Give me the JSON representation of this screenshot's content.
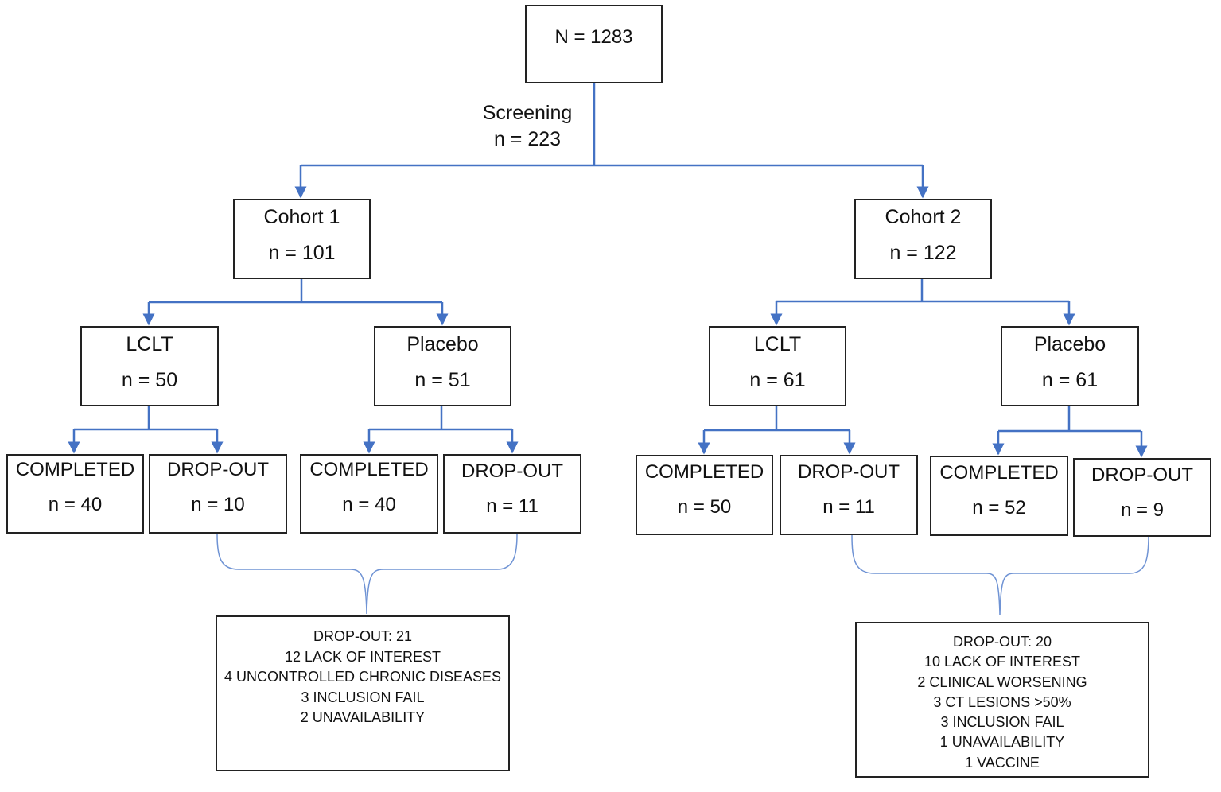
{
  "root": {
    "text": "N = 1283"
  },
  "screening": {
    "label": "Screening",
    "count": "n = 223"
  },
  "cohort1": {
    "title": "Cohort 1",
    "count": "n = 101",
    "lclt": {
      "title": "LCLT",
      "count": "n = 50",
      "completed": {
        "title": "COMPLETED",
        "count": "n = 40"
      },
      "dropout": {
        "title": "DROP-OUT",
        "count": "n = 10"
      }
    },
    "placebo": {
      "title": "Placebo",
      "count": "n = 51",
      "completed": {
        "title": "COMPLETED",
        "count": "n = 40"
      },
      "dropout": {
        "title": "DROP-OUT",
        "count": "n = 11"
      }
    },
    "dropout_reasons": [
      "DROP-OUT: 21",
      "12 LACK OF INTEREST",
      "4 UNCONTROLLED CHRONIC DISEASES",
      "3 INCLUSION FAIL",
      "2 UNAVAILABILITY"
    ]
  },
  "cohort2": {
    "title": "Cohort 2",
    "count": "n = 122",
    "lclt": {
      "title": "LCLT",
      "count": "n = 61",
      "completed": {
        "title": "COMPLETED",
        "count": "n = 50"
      },
      "dropout": {
        "title": "DROP-OUT",
        "count": "n = 11"
      }
    },
    "placebo": {
      "title": "Placebo",
      "count": "n = 61",
      "completed": {
        "title": "COMPLETED",
        "count": "n = 52"
      },
      "dropout": {
        "title": "DROP-OUT",
        "count": "n = 9"
      }
    },
    "dropout_reasons": [
      "DROP-OUT: 20",
      "10 LACK OF INTEREST",
      "2 CLINICAL WORSENING",
      "3 CT LESIONS >50%",
      "3 INCLUSION FAIL",
      "1 UNAVAILABILITY",
      "1 VACCINE"
    ]
  },
  "colors": {
    "connector": "#4472c4",
    "box_border": "#222222"
  }
}
